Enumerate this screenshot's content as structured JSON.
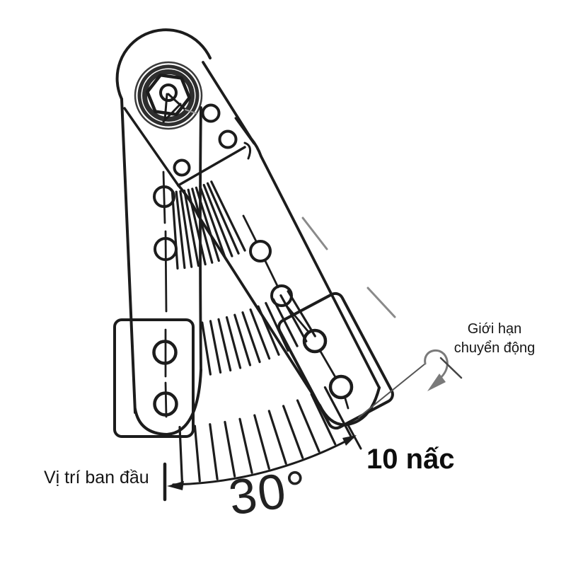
{
  "diagram": {
    "type": "mechanical-hinge-ratchet-diagram",
    "values": {
      "angle_degrees": 30,
      "step_count": 10
    }
  },
  "labels": {
    "movement_limit": {
      "line1": "Giới hạn",
      "line2": "chuyển động"
    },
    "steps": "10 nấc",
    "initial_position": "Vị trí ban đầu",
    "angle": "30°"
  },
  "colors": {
    "ink": "#1c1c1c",
    "dark_ring": "#2e2e2e",
    "gray_accent": "#8a8a8a",
    "leader_gray": "#7a7a7a",
    "background": "#ffffff"
  }
}
